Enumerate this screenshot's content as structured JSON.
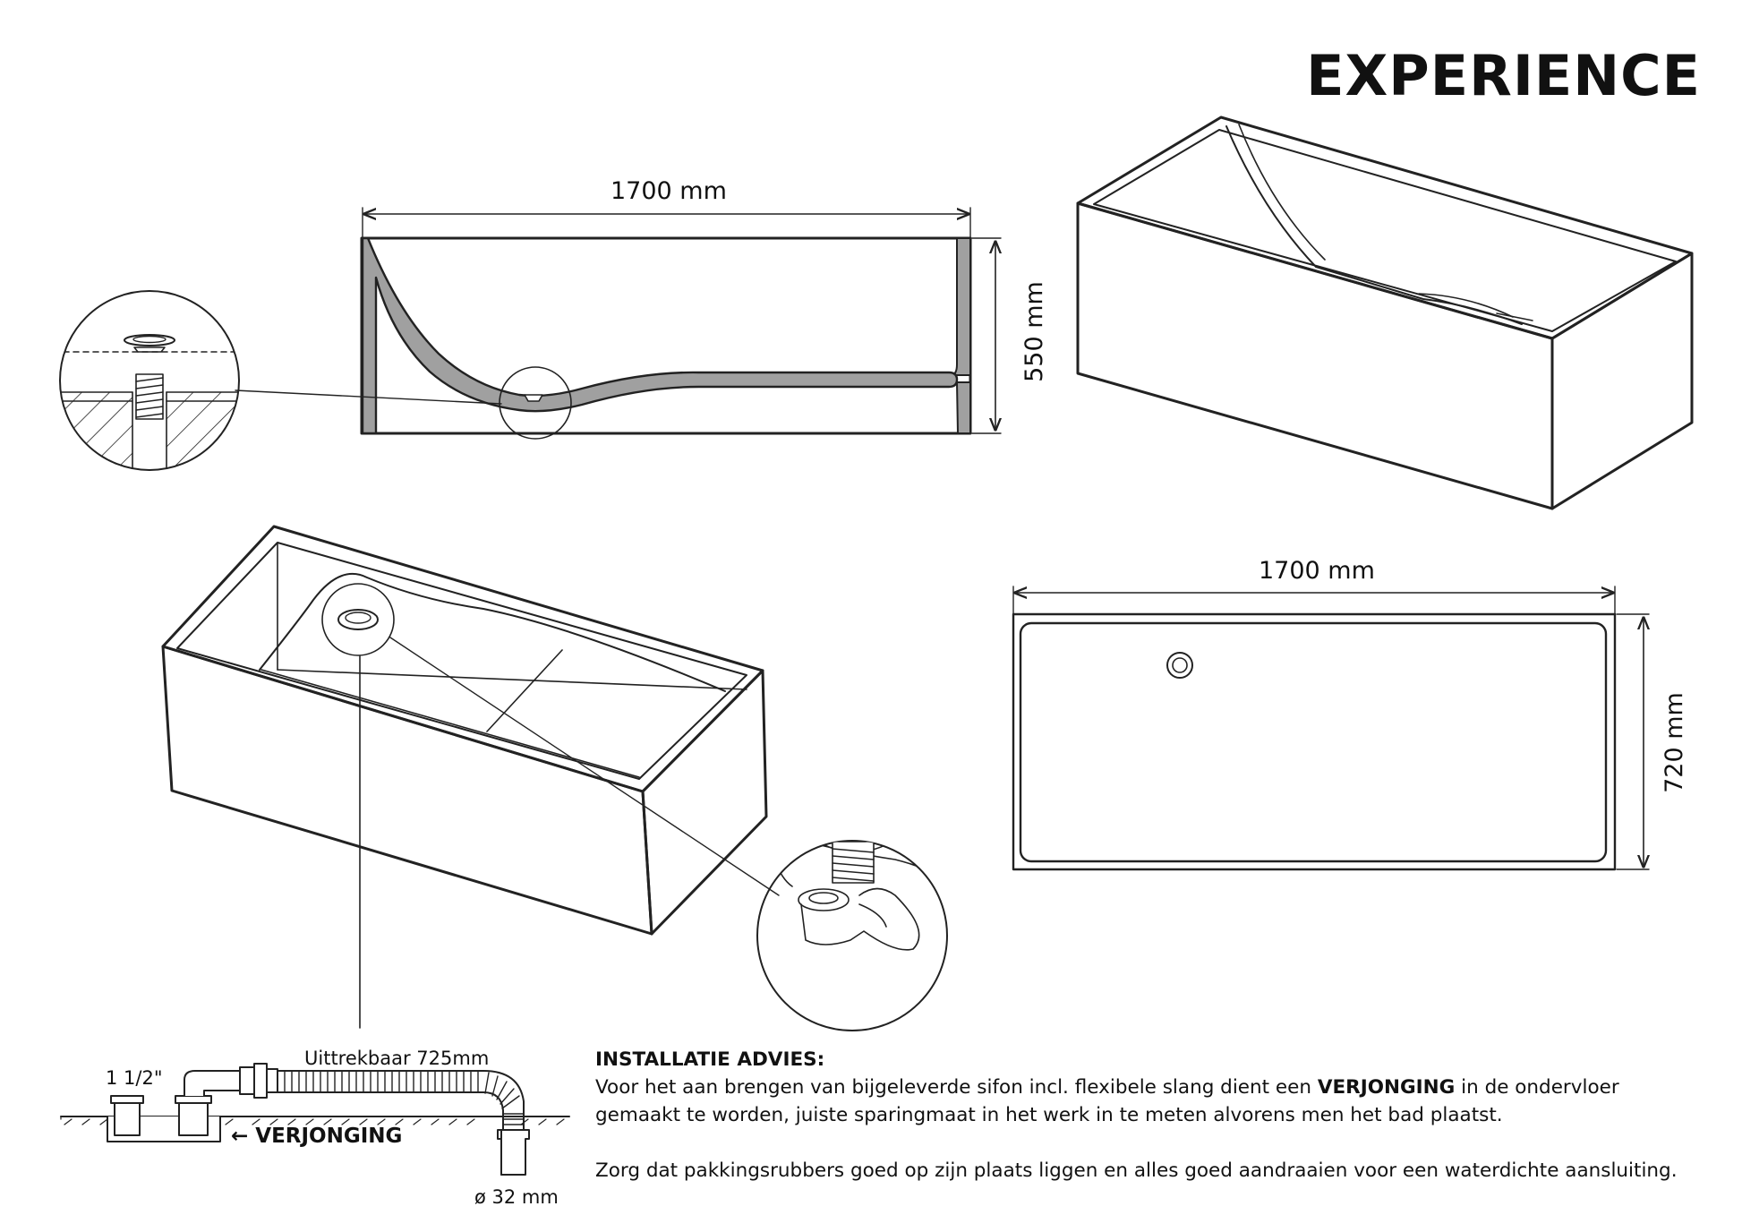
{
  "brand": "EXPERIENCE",
  "dimensions": {
    "side_width": "1700 mm",
    "side_height": "550 mm",
    "top_width": "1700 mm",
    "top_depth": "720 mm"
  },
  "siphon": {
    "size_label": "1 1/2\"",
    "extendable_label": "Uittrekbaar 725mm",
    "reducer_label": "← VERJONGING",
    "diameter_label": "ø 32 mm"
  },
  "advice": {
    "heading": "INSTALLATIE ADVIES:",
    "p1_before": "Voor het aan brengen van bijgeleverde sifon incl. flexibele slang dient een ",
    "p1_bold": "VERJONGING",
    "p1_after": " in de ondervloer gemaakt te worden, juiste sparingmaat in het werk in te meten alvorens men het bad plaatst.",
    "p2": "Zorg dat pakkingsrubbers goed op zijn plaats liggen en alles goed aandraaien voor een waterdichte aansluiting."
  },
  "colors": {
    "line": "#222222",
    "wall_fill": "#9a9a9a"
  }
}
